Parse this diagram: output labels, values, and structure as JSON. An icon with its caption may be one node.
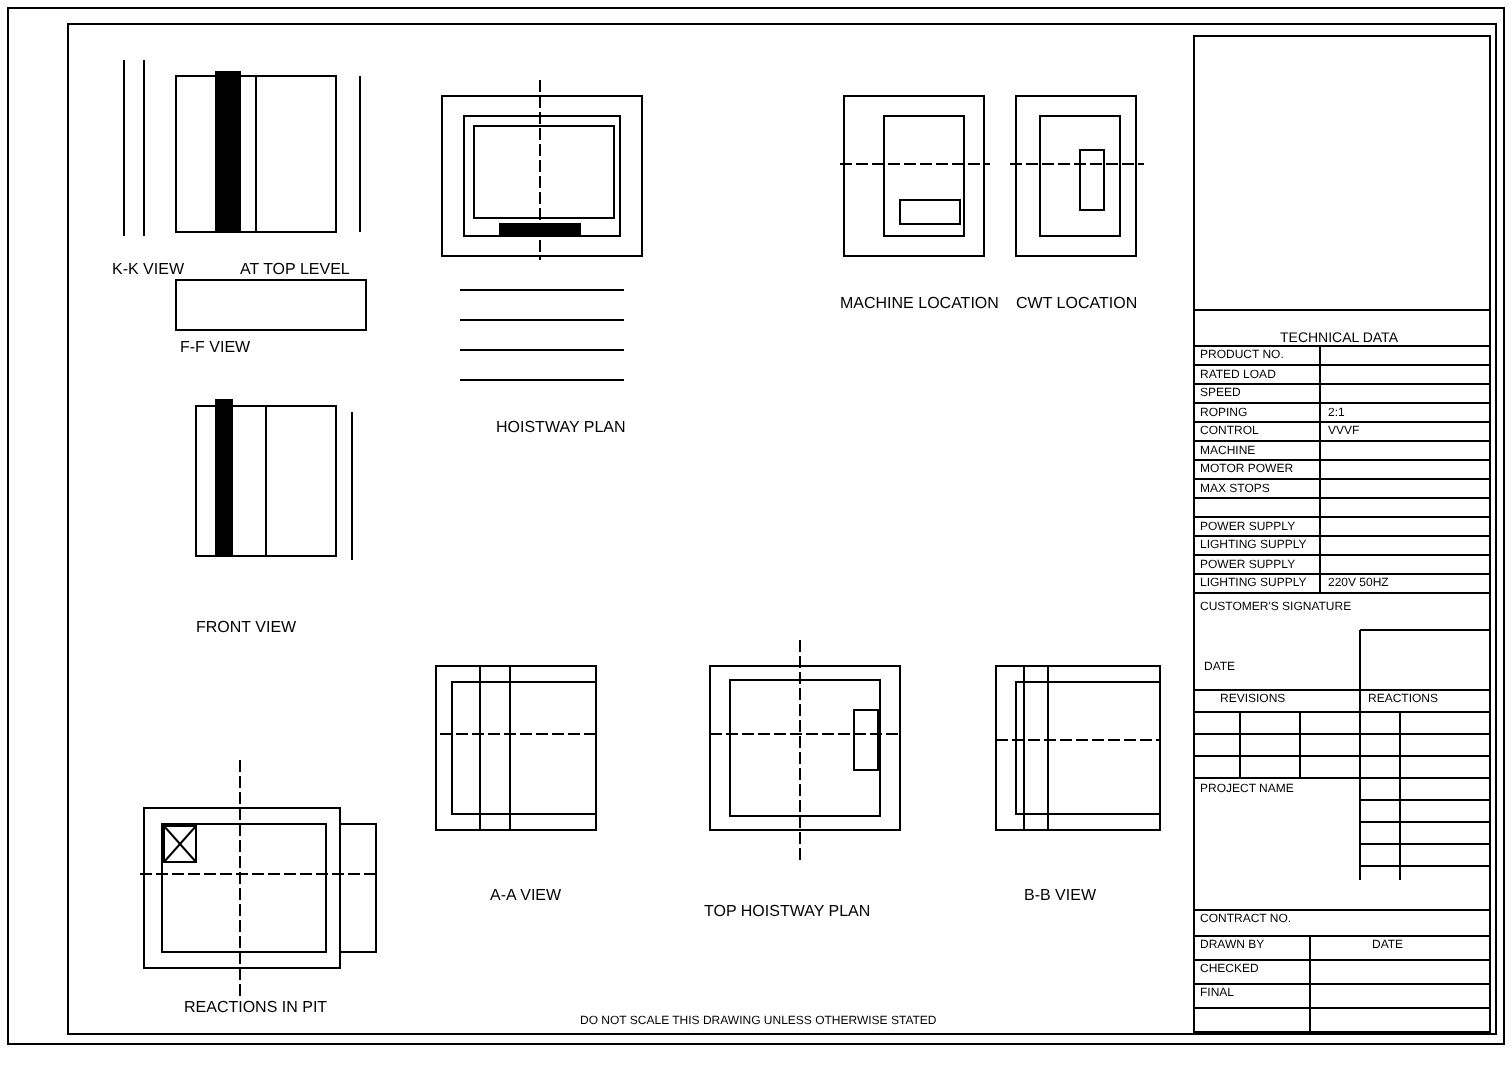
{
  "diagram": {
    "labels": [
      "K-K VIEW",
      "AT TOP LEVEL",
      "F-F VIEW",
      "HOISTWAY PLAN",
      "MACHINE LOCATION",
      "CWT LOCATION",
      "FRONT VIEW",
      "A-A VIEW",
      "TOP HOISTWAY PLAN",
      "B-B VIEW",
      "REACTIONS IN PIT",
      "TECHNICAL DATA",
      "PRODUCT NO.",
      "RATED LOAD",
      "SPEED",
      "ROPING",
      "2:1",
      "CONTROL",
      "VVVF",
      "MACHINE",
      "MOTOR POWER",
      "MAX STOPS",
      "POWER SUPPLY",
      "LIGHTING SUPPLY",
      "POWER SUPPLY",
      "LIGHTING SUPPLY",
      "220V 50HZ",
      "CUSTOMER'S SIGNATURE",
      "DATE",
      "REVISIONS",
      "REACTIONS",
      "PROJECT NAME",
      "CONTRACT NO.",
      "DRAWN BY",
      "CHECKED",
      "FINAL",
      "DATE",
      "DO NOT SCALE THIS DRAWING UNLESS OTHERWISE STATED"
    ]
  }
}
